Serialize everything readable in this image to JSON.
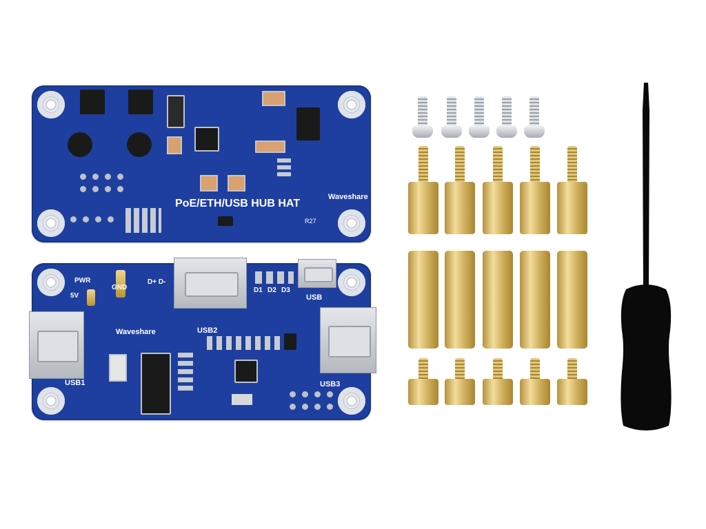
{
  "top_board": {
    "title": "PoE/ETH/USB HUB HAT",
    "brand": "Waveshare",
    "marking": "R27"
  },
  "bottom_board": {
    "brand": "Waveshare",
    "labels": {
      "pwr": "PWR",
      "v5": "5V",
      "gnd": "GND",
      "dpm": "D+ D-",
      "d1": "D1",
      "d2": "D2",
      "d3": "D3",
      "usb": "USB",
      "usb1": "USB1",
      "usb2": "USB2",
      "usb3": "USB3"
    }
  },
  "hardware": {
    "screws": 5,
    "long_standoffs": 5,
    "hex_standoffs": 5,
    "short_standoffs": 5
  },
  "colors": {
    "pcb_blue": "#1e3f9f",
    "brass": "#d6b767",
    "screwdriver": "#0a0a0a"
  }
}
